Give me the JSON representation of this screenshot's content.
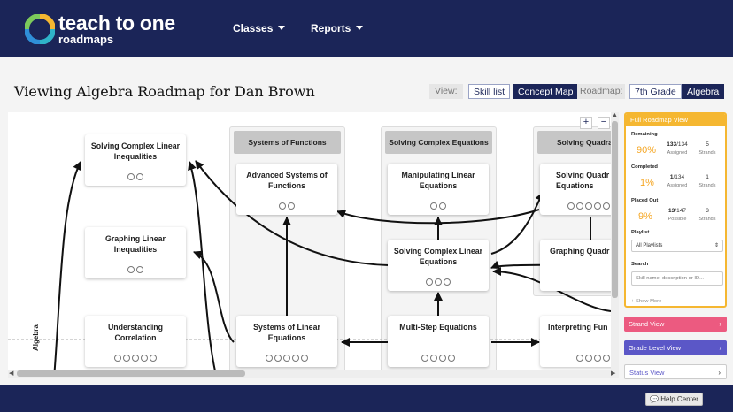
{
  "header": {
    "brand_main": "teach to one",
    "brand_sub": "roadmaps",
    "nav": [
      {
        "label": "Classes"
      },
      {
        "label": "Reports"
      }
    ]
  },
  "title": "Viewing Algebra Roadmap for Dan Brown",
  "view_label": "View:",
  "view_options": [
    "Skill list",
    "Concept Map"
  ],
  "roadmap_label": "Roadmap:",
  "roadmap_options": [
    "7th Grade",
    "Algebra"
  ],
  "map": {
    "row_label": "Algebra",
    "zoom_in": "+",
    "zoom_out": "−",
    "columns": [
      "Systems of Functions",
      "Solving Complex Equations",
      "Solving Quadra"
    ],
    "cards": [
      {
        "title": "Solving Complex Linear Inequalities",
        "dots": 2
      },
      {
        "title": "Graphing Linear Inequalities",
        "dots": 2
      },
      {
        "title": "Understanding Correlation",
        "dots": 5
      },
      {
        "title": "Advanced Systems of Functions",
        "dots": 2
      },
      {
        "title": "Systems of Linear Equations",
        "dots": 5
      },
      {
        "title": "Manipulating Linear Equations",
        "dots": 2
      },
      {
        "title": "Solving Complex Linear Equations",
        "dots": 3
      },
      {
        "title": "Multi-Step Equations",
        "dots": 4
      },
      {
        "title": "Solving Quadr Equations",
        "dots": 5
      },
      {
        "title": "Graphing Quadr",
        "dots": 0
      },
      {
        "title": "Interpreting Fun",
        "dots": 4
      }
    ]
  },
  "panel": {
    "header": "Full Roadmap View",
    "remaining": {
      "label": "Remaining",
      "pct": "90%",
      "assigned_a": "133",
      "assigned_b": "/134",
      "assigned_label": "Assigned",
      "strands": "5",
      "strands_label": "Strands"
    },
    "completed": {
      "label": "Completed",
      "pct": "1%",
      "assigned_a": "1",
      "assigned_b": "/134",
      "assigned_label": "Assigned",
      "strands": "1",
      "strands_label": "Strands"
    },
    "placed_out": {
      "label": "Placed Out",
      "pct": "9%",
      "possible_a": "13",
      "possible_b": "/147",
      "possible_label": "Possible",
      "strands": "3",
      "strands_label": "Strands"
    },
    "playlist_label": "Playlist",
    "playlist_value": "All Playlists",
    "search_label": "Search",
    "search_placeholder": "Skill name, description or ID...",
    "show_more": "+ Show More"
  },
  "views": [
    {
      "label": "Strand View",
      "color": "#ec5a80"
    },
    {
      "label": "Grade Level View",
      "color": "#5b57c7"
    },
    {
      "label": "Status View",
      "color": "#ffffff"
    }
  ],
  "footer": {
    "help": "Help Center"
  },
  "colors": {
    "navy": "#1b2558",
    "accent": "#f5b731"
  }
}
